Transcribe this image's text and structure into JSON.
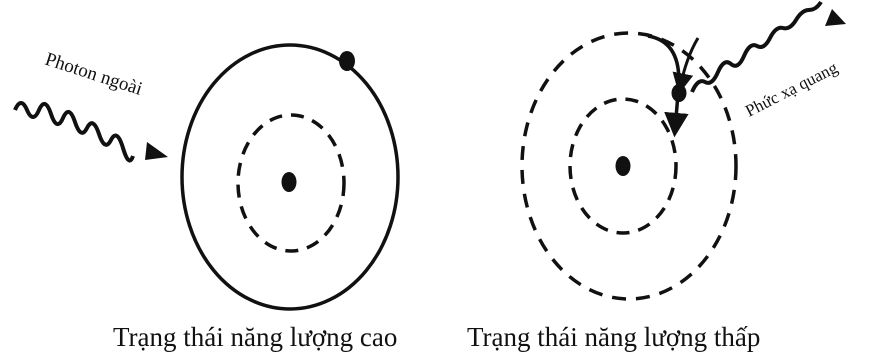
{
  "left_panel": {
    "photon_label": "Photon ngoài",
    "caption": "Trạng thái năng lượng cao"
  },
  "right_panel": {
    "emission_label": "Phức xạ quang",
    "caption": "Trạng thái năng lượng thấp"
  }
}
